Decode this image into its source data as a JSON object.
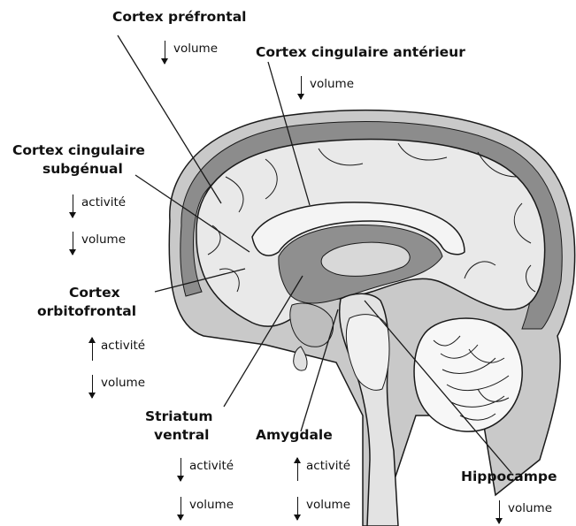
{
  "labels": {
    "pfc": {
      "title": "Cortex préfrontal",
      "effects": [
        {
          "dir": "down",
          "text": "volume"
        }
      ]
    },
    "acc": {
      "title": "Cortex cingulaire antérieur",
      "effects": [
        {
          "dir": "down",
          "text": "volume"
        }
      ]
    },
    "sgacc": {
      "title_lines": [
        "Cortex cingulaire",
        "subgénual"
      ],
      "effects": [
        {
          "dir": "down",
          "text": "activité"
        },
        {
          "dir": "down",
          "text": "volume"
        }
      ]
    },
    "ofc": {
      "title_lines": [
        "Cortex",
        "orbitofrontal"
      ],
      "effects": [
        {
          "dir": "up",
          "text": "activité"
        },
        {
          "dir": "down",
          "text": "volume"
        }
      ]
    },
    "striatum": {
      "title_lines": [
        "Striatum",
        "ventral"
      ],
      "effects": [
        {
          "dir": "down",
          "text": "activité"
        },
        {
          "dir": "down",
          "text": "volume"
        }
      ]
    },
    "amygdala": {
      "title": "Amygdale",
      "effects": [
        {
          "dir": "up",
          "text": "activité"
        },
        {
          "dir": "down",
          "text": "volume"
        }
      ]
    },
    "hippocampus": {
      "title": "Hippocampe",
      "effects": [
        {
          "dir": "down",
          "text": "volume"
        }
      ]
    }
  },
  "colors": {
    "skull": "#8c8c8c",
    "scalp": "#c9c9c9",
    "cortex": "#e9e9e9",
    "deep": "#8f8f8f",
    "cerebellum": "#f7f7f7",
    "outline": "#1a1a1a"
  }
}
